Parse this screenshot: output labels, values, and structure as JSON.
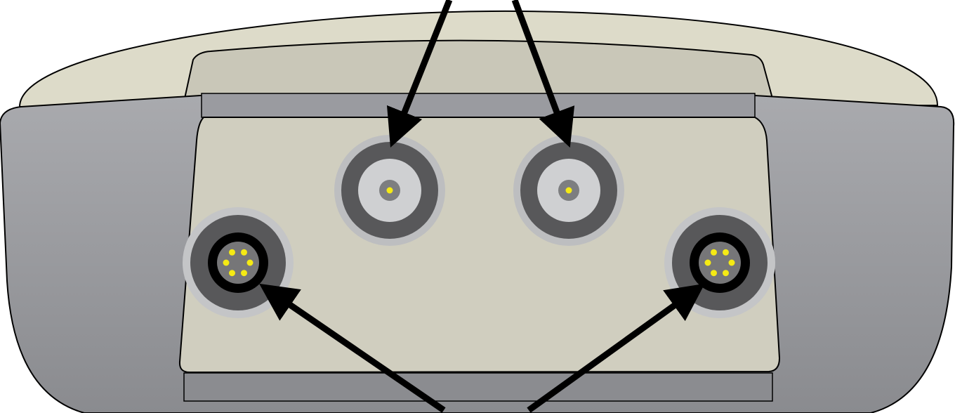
{
  "colors": {
    "housing_top": "#dddbc9",
    "housing_top_inner": "#c9c7b8",
    "side_body": "#97989c",
    "panel": "#d0cebf",
    "bar": "#8e8f93",
    "connector_outer": "#bdbec0",
    "connector_dark": "#58585a",
    "connector_light": "#cfd0d2",
    "connector_center": "#7d7e80",
    "pin": "#f5ea14",
    "arrow": "#000000"
  },
  "connectors": {
    "coaxial_count": 2,
    "multipin_count": 2,
    "pins_per_multipin": 6
  }
}
